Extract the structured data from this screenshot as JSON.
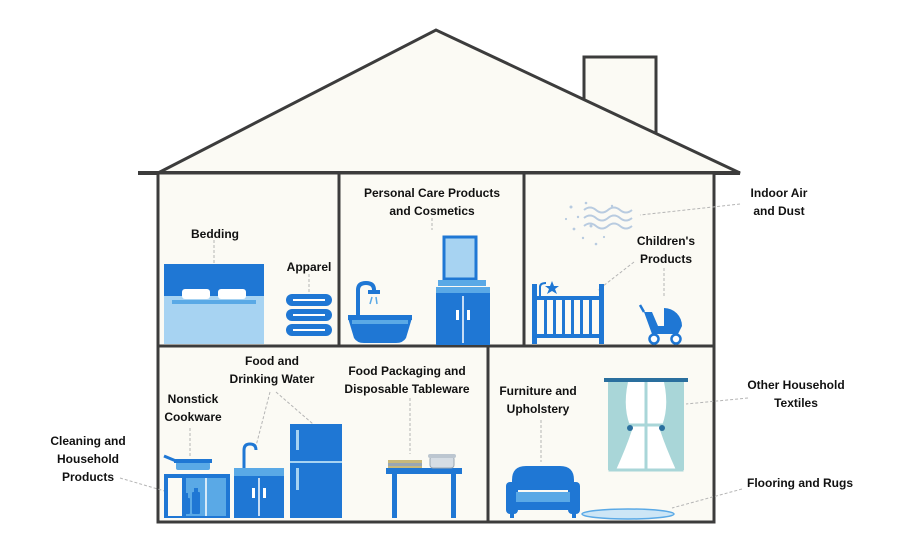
{
  "labels": {
    "bedding": "Bedding",
    "apparel": "Apparel",
    "personal_care": [
      "Personal Care Products",
      "and Cosmetics"
    ],
    "indoor_air": [
      "Indoor Air",
      "and Dust"
    ],
    "childrens_products": [
      "Children's",
      "Products"
    ],
    "food_water": [
      "Food and",
      "Drinking Water"
    ],
    "food_packaging": [
      "Food Packaging and",
      "Disposable Tableware"
    ],
    "nonstick": [
      "Nonstick",
      "Cookware"
    ],
    "cleaning": [
      "Cleaning and",
      "Household",
      "Products"
    ],
    "furniture": [
      "Furniture and",
      "Upholstery"
    ],
    "textiles": [
      "Other Household",
      "Textiles"
    ],
    "flooring": "Flooring and Rugs"
  },
  "colors": {
    "outline": "#3c3c3c",
    "house_fill": "#fbfaf4",
    "dark_blue": "#1f77d4",
    "mid_blue": "#5aa9e6",
    "light_blue": "#a7d3f2",
    "pale_blue": "#cde6f6",
    "curtain": "#a9d6d8",
    "leader_line": "#b5b5b5"
  }
}
